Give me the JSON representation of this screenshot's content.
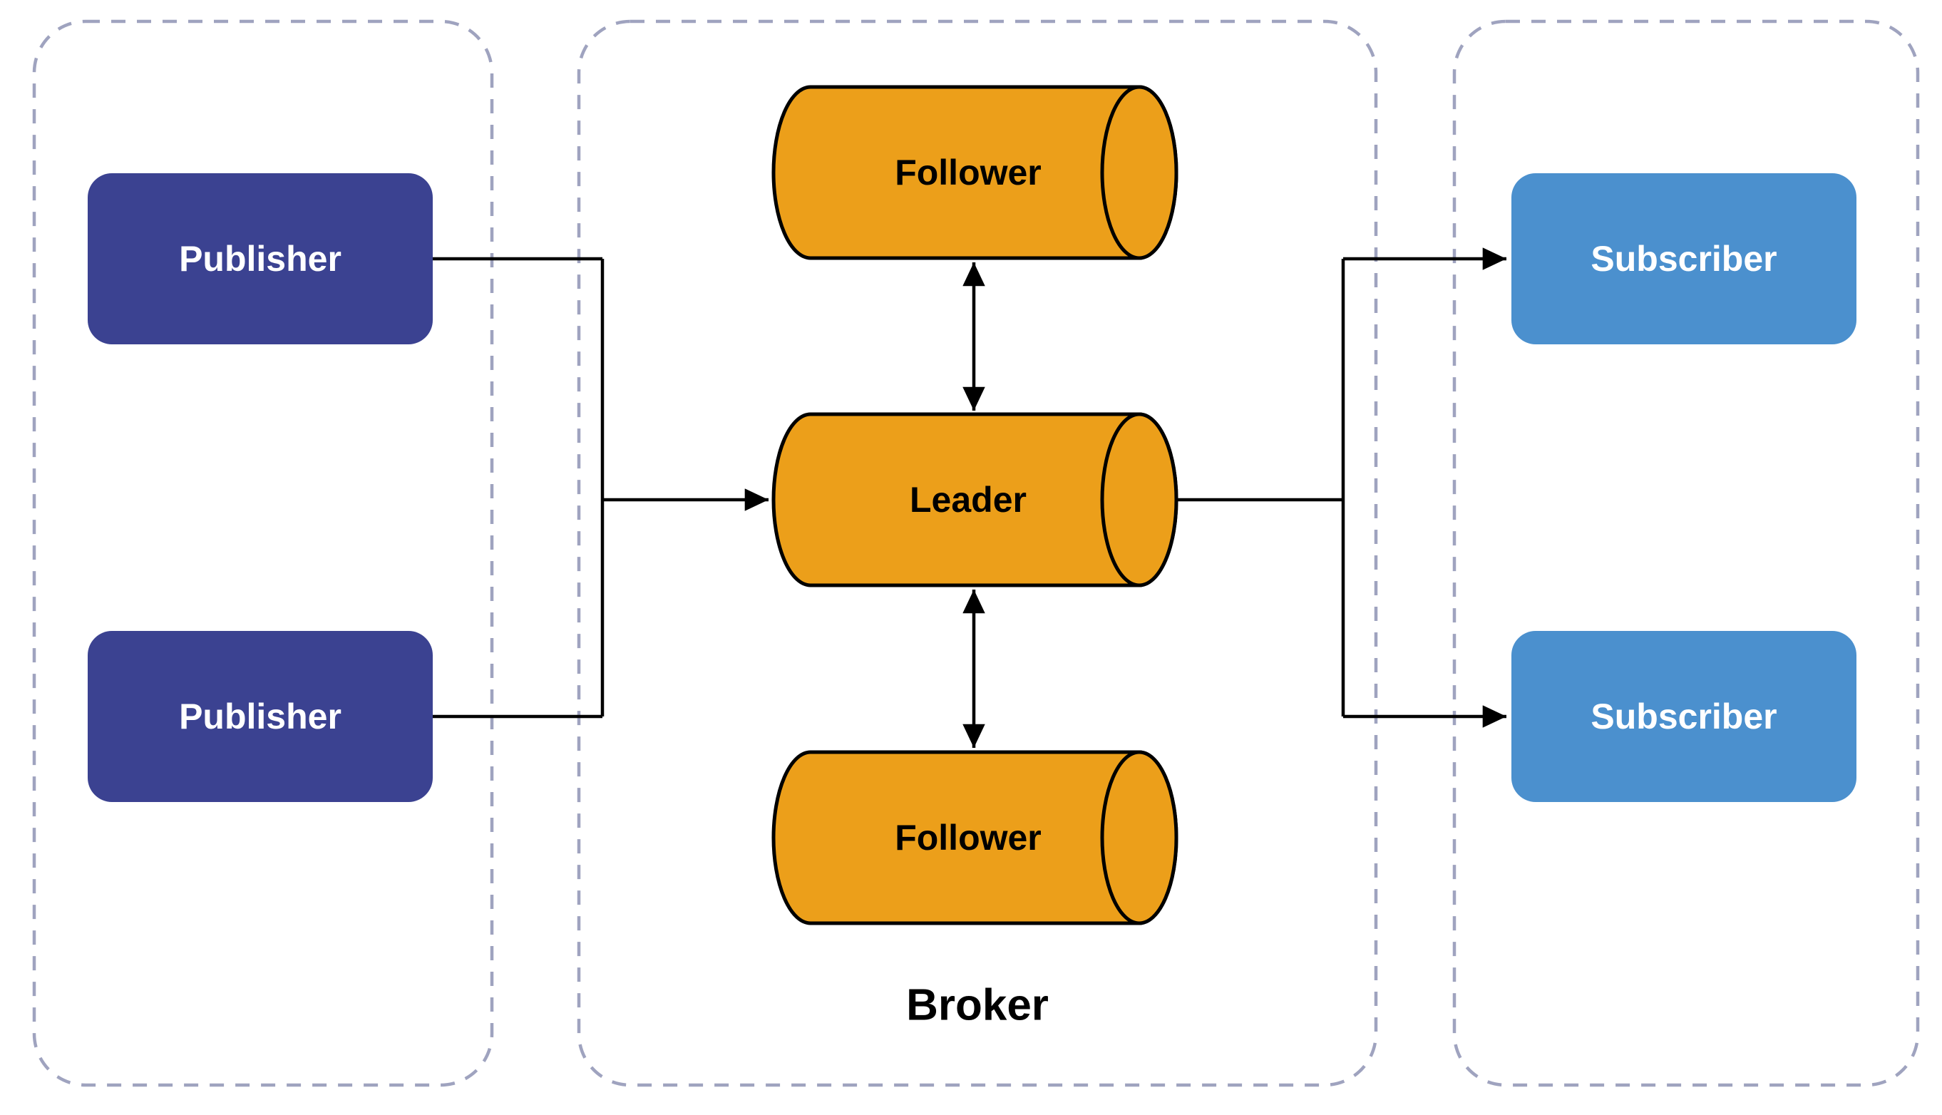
{
  "diagram": {
    "groups": {
      "producers": {
        "label": ""
      },
      "broker": {
        "label": "Broker"
      },
      "consumers": {
        "label": ""
      }
    },
    "nodes": {
      "publisher1": {
        "label": "Publisher"
      },
      "publisher2": {
        "label": "Publisher"
      },
      "follower_top": {
        "label": "Follower"
      },
      "leader": {
        "label": "Leader"
      },
      "follower_bottom": {
        "label": "Follower"
      },
      "subscriber1": {
        "label": "Subscriber"
      },
      "subscriber2": {
        "label": "Subscriber"
      }
    },
    "colors": {
      "publisher_fill": "#3B4291",
      "subscriber_fill": "#4B90CE",
      "cylinder_fill": "#EC9F1A",
      "edge_stroke": "#000000",
      "container_dash": "#9FA3BF",
      "label_light": "#FFFFFF",
      "label_dark": "#000000",
      "background": "#FFFFFF"
    }
  }
}
